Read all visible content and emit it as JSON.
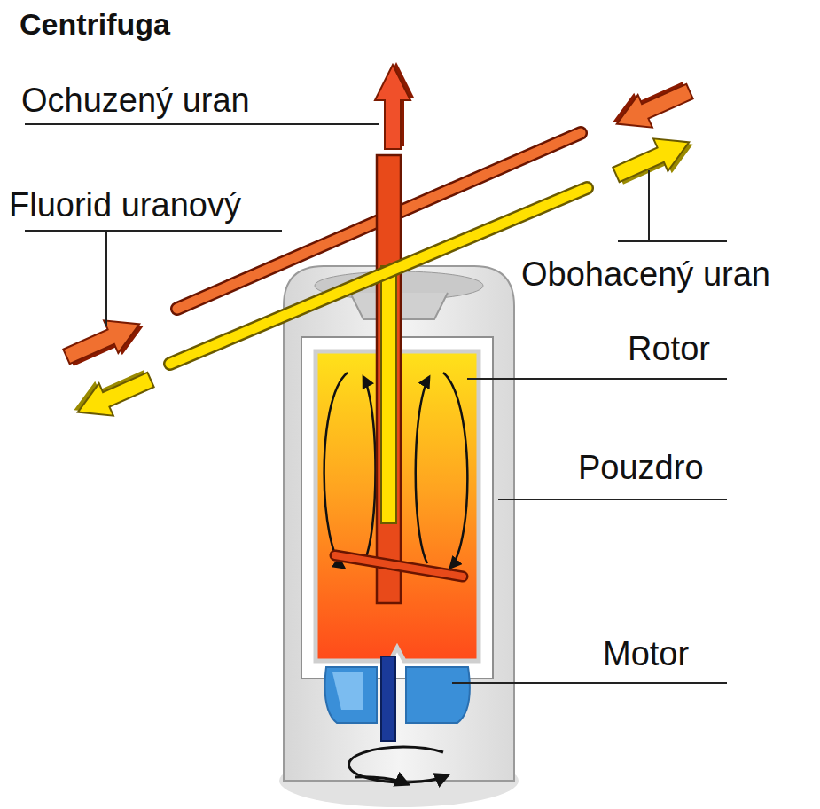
{
  "diagram": {
    "title": "Centrifuga",
    "labels": [
      "Ochuzený uran",
      "Fluorid uranový",
      "Obohacený uran",
      "Rotor",
      "Pouzdro",
      "Motor"
    ]
  }
}
